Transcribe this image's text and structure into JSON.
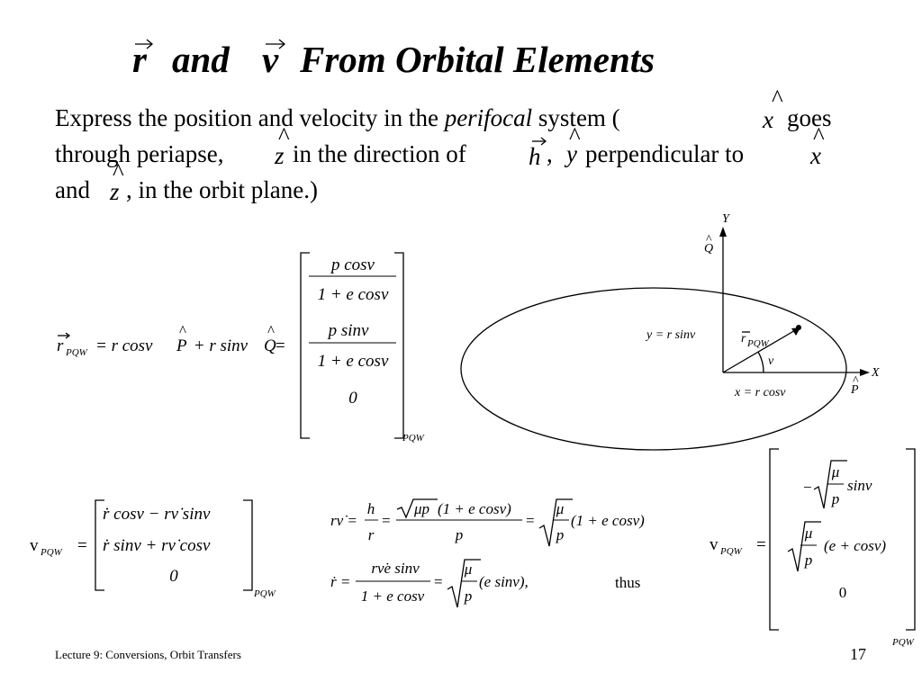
{
  "title": {
    "vec_r": "r",
    "and": "and",
    "vec_v": "v",
    "rest": "From Orbital Elements"
  },
  "intro": {
    "line1_a": "Express the position and velocity in the ",
    "line1_em": "perifocal",
    "line1_b": " system (",
    "xhat": "x",
    "line1_c": " goes",
    "line2_a": "through periapse, ",
    "zhat": "z",
    "line2_b": " in the direction of ",
    "hbar": "h",
    "comma": ",",
    "yhat": "y",
    "line2_c": " perpendicular to ",
    "xhat2": "x",
    "line3_a": "and ",
    "zhat2": "z",
    "line3_b": ", in the orbit plane.)"
  },
  "position_eq": {
    "lhs_r": "r",
    "lhs_sub": "PQW",
    "rhs_text": "= r cosν ",
    "P": "P",
    "plus": " + r sinν ",
    "Q": "Q",
    "eq": " =",
    "m1_num": "p cosν",
    "m1_den": "1 + e cosν",
    "m2_num": "p sinν",
    "m2_den": "1 + e cosν",
    "m3": "0",
    "subscript": "PQW"
  },
  "diagram": {
    "axis_y": "Y",
    "axis_q": "Q",
    "axis_x": "X",
    "axis_p": "P",
    "y_label": "y = r sinν",
    "x_label": "x = r cosν",
    "r_label": "r",
    "r_sub": "PQW",
    "nu": "ν"
  },
  "velocity_eq": {
    "lhs": "v",
    "lhs_sub": "PQW",
    "eq": "=",
    "row1": "ṙ cosν − rν̇ sinν",
    "row2": "ṙ sinν + rν̇ cosν",
    "row3": "0",
    "subscript": "PQW"
  },
  "derivation": {
    "a_lhs": "rν̇ =",
    "a_f1_num": "h",
    "a_f1_den": "r",
    "a_eq1": "=",
    "a_f2_num_sqrt": "μp",
    "a_f2_num_rest": "(1 + e cosν)",
    "a_f2_den": "p",
    "a_eq2": "=",
    "a_sqrt_num": "μ",
    "a_sqrt_den": "p",
    "a_tail": "(1 + e cosν)",
    "b_lhs": "ṙ =",
    "b_f1_num": "rν̇e sinν",
    "b_f1_den": "1 + e cosν",
    "b_eq": "=",
    "b_sqrt_num": "μ",
    "b_sqrt_den": "p",
    "b_tail": "(e sinν),",
    "thus": "thus"
  },
  "velocity_result": {
    "lhs": "v",
    "lhs_sub": "PQW",
    "eq": "=",
    "r1_minus": "−",
    "r1_num": "μ",
    "r1_den": "p",
    "r1_tail": "sinν",
    "r2_num": "μ",
    "r2_den": "p",
    "r2_tail": "(e + cosν)",
    "r3": "0",
    "subscript": "PQW"
  },
  "footer": {
    "lecture": "Lecture 9: Conversions, Orbit Transfers",
    "page": "17"
  }
}
